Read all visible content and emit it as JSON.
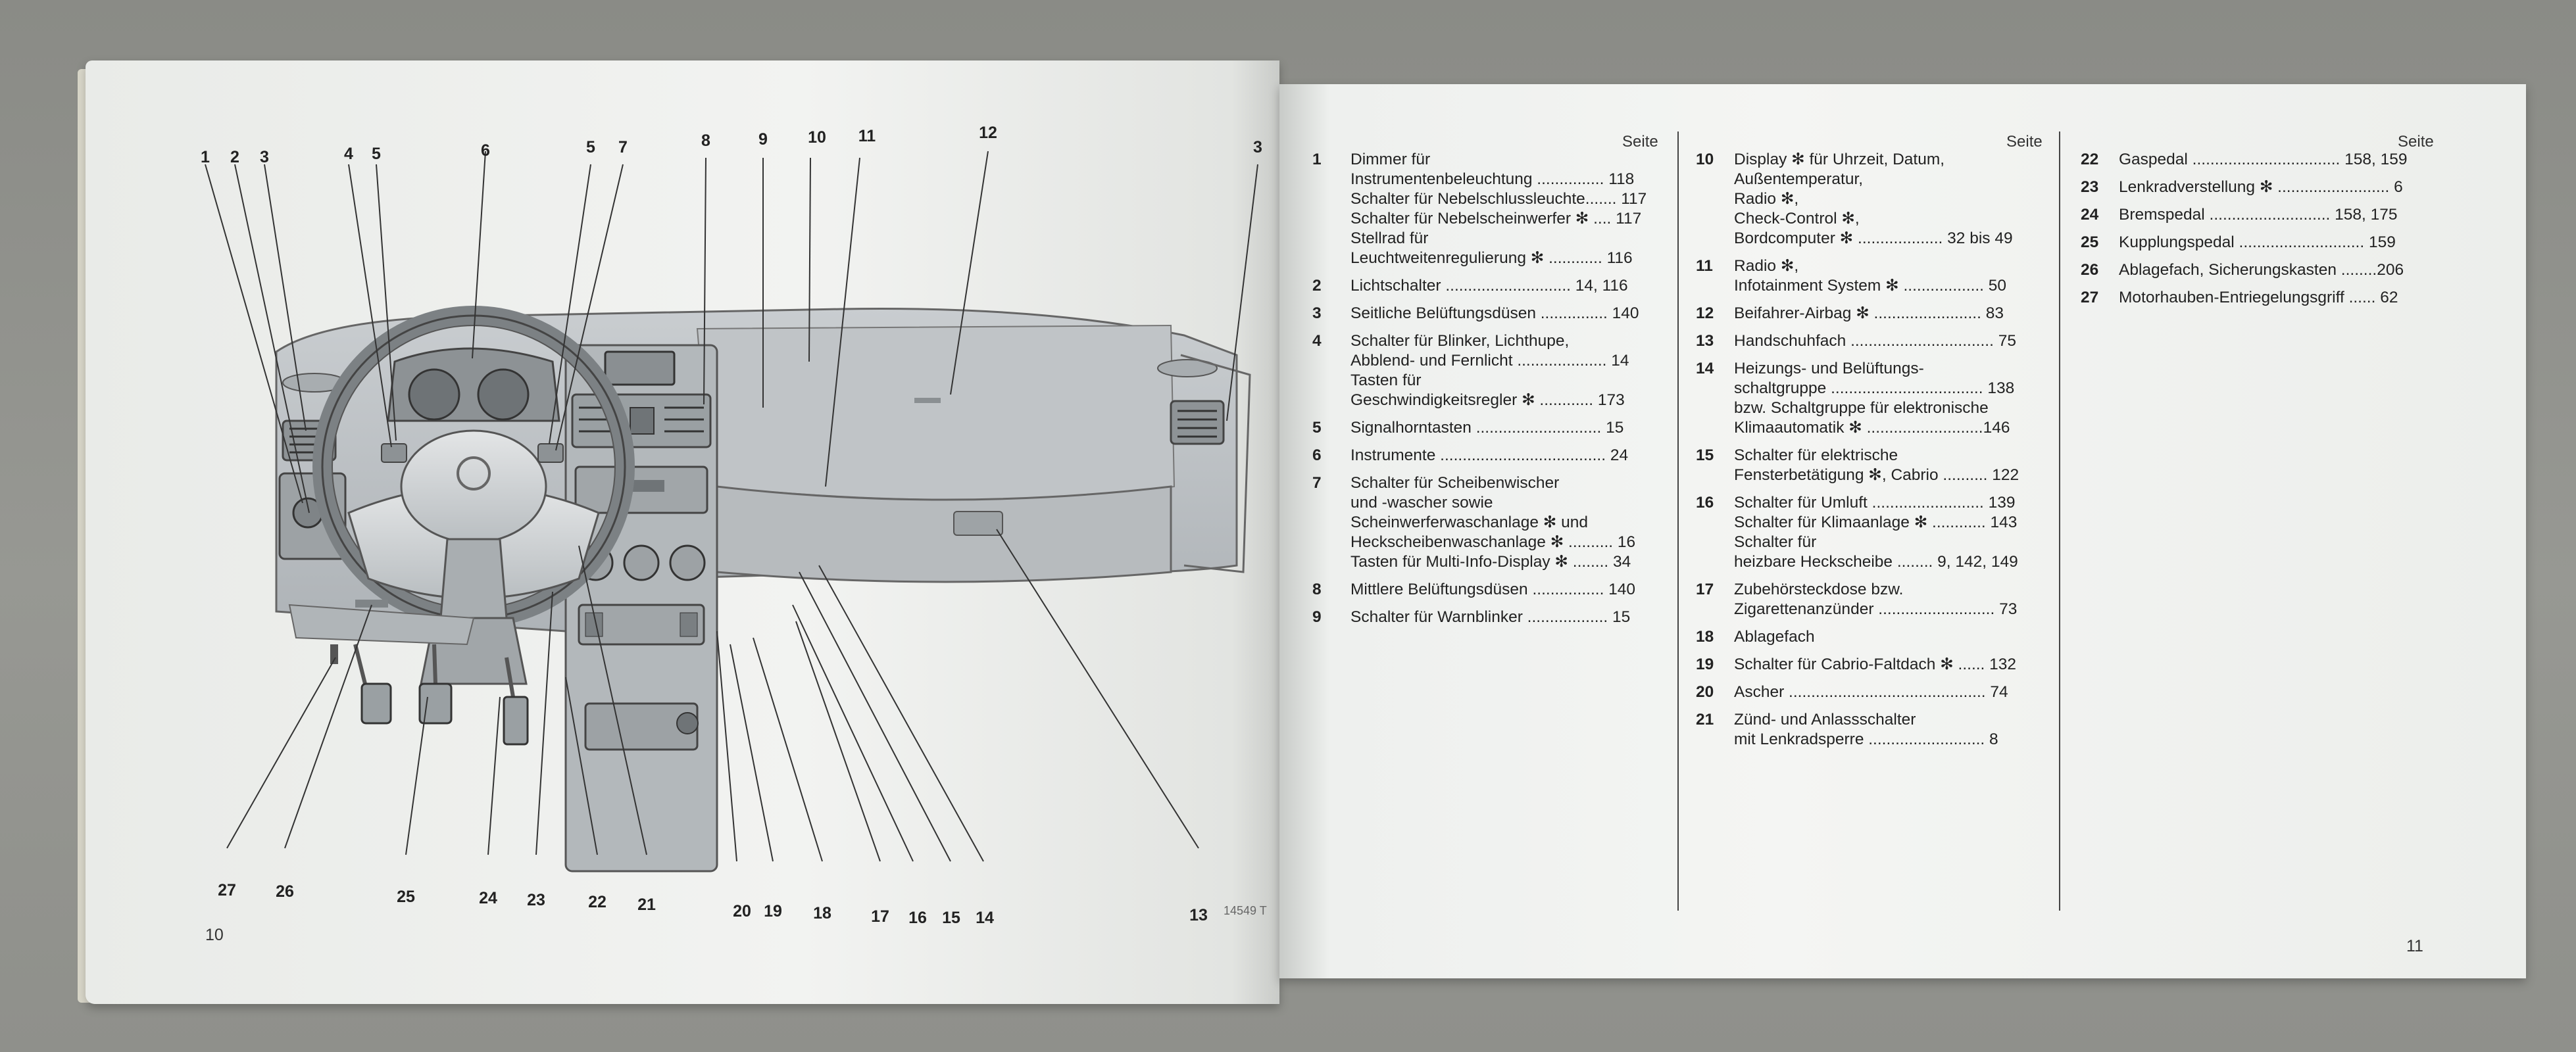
{
  "callouts": [
    {
      "id": "c1",
      "text": "1"
    },
    {
      "id": "c2",
      "text": "2"
    },
    {
      "id": "c3",
      "text": "3"
    },
    {
      "id": "c4",
      "text": "4"
    },
    {
      "id": "c5",
      "text": "5"
    },
    {
      "id": "c6",
      "text": "6"
    },
    {
      "id": "c5b",
      "text": "5"
    },
    {
      "id": "c7",
      "text": "7"
    },
    {
      "id": "c8",
      "text": "8"
    },
    {
      "id": "c9",
      "text": "9"
    },
    {
      "id": "c10",
      "text": "10"
    },
    {
      "id": "c11",
      "text": "11"
    },
    {
      "id": "c12",
      "text": "12"
    },
    {
      "id": "c3b",
      "text": "3"
    },
    {
      "id": "c27",
      "text": "27"
    },
    {
      "id": "c26",
      "text": "26"
    },
    {
      "id": "c25",
      "text": "25"
    },
    {
      "id": "c24",
      "text": "24"
    },
    {
      "id": "c23",
      "text": "23"
    },
    {
      "id": "c22",
      "text": "22"
    },
    {
      "id": "c21",
      "text": "21"
    },
    {
      "id": "c20",
      "text": "20"
    },
    {
      "id": "c19",
      "text": "19"
    },
    {
      "id": "c18",
      "text": "18"
    },
    {
      "id": "c17",
      "text": "17"
    },
    {
      "id": "c16",
      "text": "16"
    },
    {
      "id": "c15",
      "text": "15"
    },
    {
      "id": "c14",
      "text": "14"
    },
    {
      "id": "c13",
      "text": "13"
    }
  ],
  "left_page": {
    "page_number": "10",
    "figure_code": "14549 T"
  },
  "right_page": {
    "page_number": "11",
    "seite_label": "Seite",
    "col1": [
      {
        "n": "1",
        "lines": [
          "Dimmer für",
          "Instrumentenbeleuchtung ............... 118",
          "Schalter für Nebelschlussleuchte....... 117",
          "Schalter für Nebelscheinwerfer ✻ .... 117",
          "Stellrad für",
          "Leuchtweitenregulierung ✻ ............ 116"
        ]
      },
      {
        "n": "2",
        "lines": [
          "Lichtschalter ............................ 14, 116"
        ]
      },
      {
        "n": "3",
        "lines": [
          "Seitliche Belüftungsdüsen ............... 140"
        ]
      },
      {
        "n": "4",
        "lines": [
          "Schalter für Blinker, Lichthupe,",
          "Abblend- und Fernlicht .................... 14",
          "Tasten für",
          "Geschwindigkeitsregler ✻ ............ 173"
        ]
      },
      {
        "n": "5",
        "lines": [
          "Signalhorntasten ............................ 15"
        ]
      },
      {
        "n": "6",
        "lines": [
          "Instrumente ..................................... 24"
        ]
      },
      {
        "n": "7",
        "lines": [
          "Schalter für Scheibenwischer",
          "und -wascher sowie",
          "Scheinwerferwaschanlage ✻ und",
          "Heckscheibenwaschanlage ✻ .......... 16",
          "Tasten für Multi-Info-Display ✻ ........ 34"
        ]
      },
      {
        "n": "8",
        "lines": [
          "Mittlere Belüftungsdüsen ................ 140"
        ]
      },
      {
        "n": "9",
        "lines": [
          "Schalter für Warnblinker .................. 15"
        ]
      }
    ],
    "col2": [
      {
        "n": "10",
        "lines": [
          "Display ✻ für Uhrzeit, Datum,",
          "Außentemperatur,",
          "Radio ✻,",
          "Check-Control ✻,",
          "Bordcomputer ✻ ................... 32 bis 49"
        ]
      },
      {
        "n": "11",
        "lines": [
          "Radio ✻,",
          "Infotainment System ✻ .................. 50"
        ]
      },
      {
        "n": "12",
        "lines": [
          "Beifahrer-Airbag ✻ ........................ 83"
        ]
      },
      {
        "n": "13",
        "lines": [
          "Handschuhfach ................................ 75"
        ]
      },
      {
        "n": "14",
        "lines": [
          "Heizungs- und Belüftungs-",
          "schaltgruppe .................................. 138",
          "bzw. Schaltgruppe für elektronische",
          "Klimaautomatik ✻ ..........................146"
        ]
      },
      {
        "n": "15",
        "lines": [
          "Schalter für elektrische",
          "Fensterbetätigung ✻, Cabrio .......... 122"
        ]
      },
      {
        "n": "16",
        "lines": [
          "Schalter für Umluft ......................... 139",
          "Schalter für Klimaanlage ✻ ............ 143",
          "Schalter für",
          "heizbare Heckscheibe ........ 9, 142, 149"
        ]
      },
      {
        "n": "17",
        "lines": [
          "Zubehörsteckdose bzw.",
          "Zigarettenanzünder .......................... 73"
        ]
      },
      {
        "n": "18",
        "lines": [
          "Ablagefach"
        ]
      },
      {
        "n": "19",
        "lines": [
          "Schalter für Cabrio-Faltdach ✻ ...... 132"
        ]
      },
      {
        "n": "20",
        "lines": [
          "Ascher ............................................ 74"
        ]
      },
      {
        "n": "21",
        "lines": [
          "Zünd- und Anlassschalter",
          "mit Lenkradsperre .......................... 8"
        ]
      }
    ],
    "col3": [
      {
        "n": "22",
        "lines": [
          "Gaspedal ................................. 158, 159"
        ]
      },
      {
        "n": "23",
        "lines": [
          "Lenkradverstellung ✻ ......................... 6"
        ]
      },
      {
        "n": "24",
        "lines": [
          "Bremspedal ........................... 158, 175"
        ]
      },
      {
        "n": "25",
        "lines": [
          "Kupplungspedal ............................ 159"
        ]
      },
      {
        "n": "26",
        "lines": [
          "Ablagefach, Sicherungskasten ........206"
        ]
      },
      {
        "n": "27",
        "lines": [
          "Motorhauben-Entriegelungsgriff ...... 62"
        ]
      }
    ]
  }
}
